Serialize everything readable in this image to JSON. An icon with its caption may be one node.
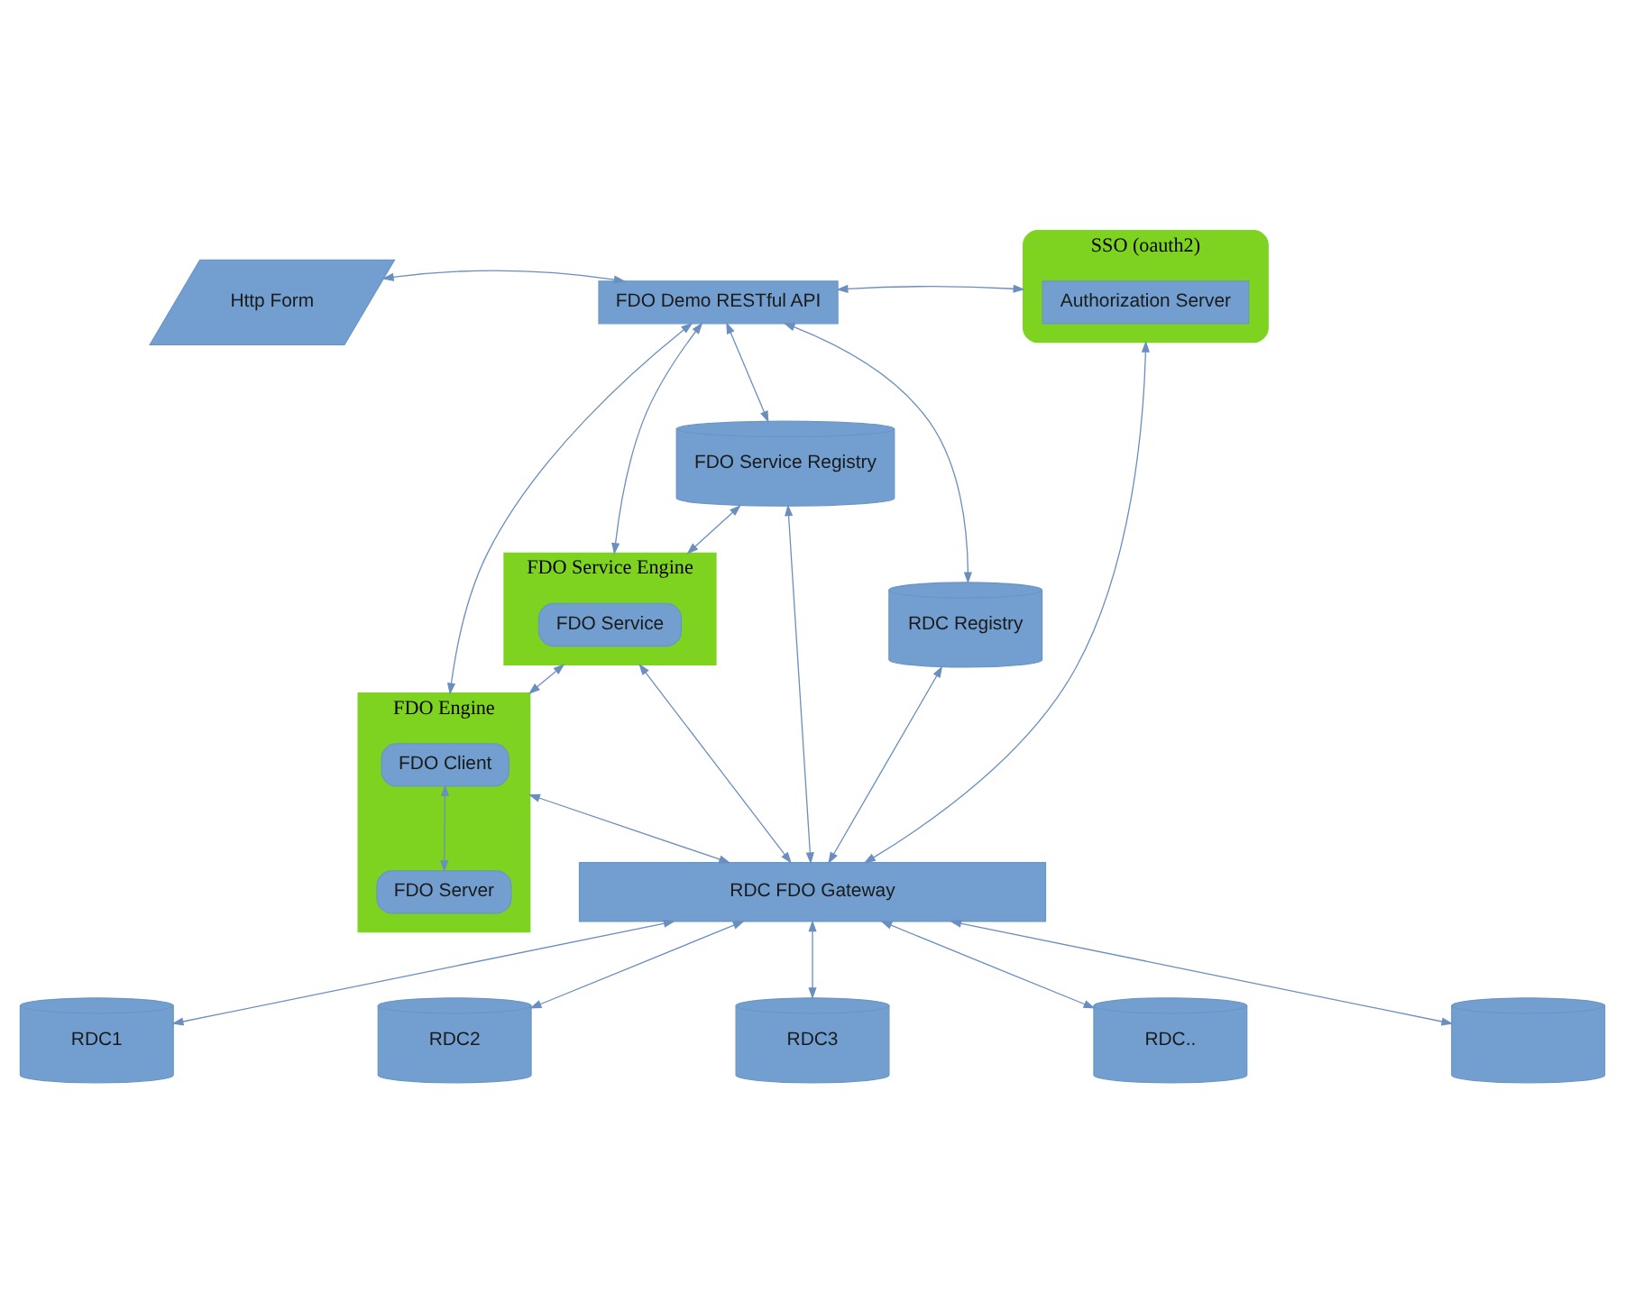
{
  "diagram": {
    "nodes": [
      {
        "text": [
          "Http Form"
        ]
      },
      {
        "text": [
          "FDO Demo RESTful API"
        ]
      },
      {
        "text": [
          "SSO (oauth2)"
        ]
      },
      {
        "text": [
          "Authorization Server"
        ],
        "in": 2
      },
      {
        "text": [
          "RDC Registry"
        ]
      },
      {
        "text": [
          "FDO Service Engine"
        ]
      },
      {
        "text": [
          "FDO Service"
        ],
        "in": 5
      },
      {
        "text": [
          "FDO Engine"
        ]
      },
      {
        "text": [
          "FDO Client"
        ],
        "in": 7
      },
      {
        "text": [
          "FDO Server"
        ],
        "in": 7
      },
      {
        "text": [
          "FDO Service Registry"
        ]
      },
      {
        "text": [
          "RDC FDO Gateway"
        ]
      },
      {
        "text": [
          "RDC1"
        ]
      },
      {
        "text": [
          "RDC2"
        ]
      },
      {
        "text": [
          "RDC3"
        ]
      },
      {
        "text": [
          "RDC.."
        ]
      },
      {
        "text": [],
        "shape": "cylinder"
      }
    ],
    "edges": [
      {
        "from": 0,
        "to": 1,
        "arrow": "both"
      },
      {
        "from": 1,
        "to": 4,
        "arrow": "both"
      },
      {
        "from": 1,
        "to": 10,
        "arrow": "both"
      },
      {
        "from": 1,
        "to": 5,
        "arrow": "both"
      },
      {
        "from": 1,
        "to": 7,
        "arrow": "both"
      },
      {
        "from": 1,
        "to": 2,
        "arrow": "both"
      },
      {
        "from": 11,
        "to": 2,
        "arrow": "both"
      },
      {
        "from": 11,
        "to": 16,
        "arrow": "both"
      },
      {
        "from": 10,
        "to": 5,
        "arrow": "both"
      },
      {
        "from": 5,
        "to": 7,
        "arrow": "both"
      },
      {
        "from": 8,
        "to": 9,
        "arrow": "both"
      },
      {
        "from": 4,
        "to": 11,
        "arrow": "both"
      },
      {
        "from": 10,
        "to": 11,
        "arrow": "both"
      },
      {
        "from": 5,
        "to": 11,
        "arrow": "both"
      },
      {
        "from": 7,
        "to": 11,
        "arrow": "both"
      },
      {
        "from": 11,
        "to": 12,
        "arrow": "both"
      },
      {
        "from": 11,
        "to": 13,
        "arrow": "both"
      },
      {
        "from": 11,
        "to": 14,
        "arrow": "both"
      },
      {
        "from": 11,
        "to": 15,
        "arrow": "both"
      }
    ]
  }
}
